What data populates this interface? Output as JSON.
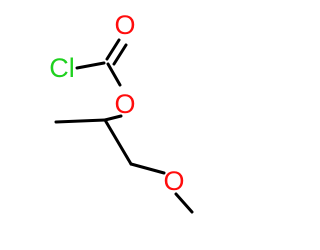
{
  "molecule": {
    "atoms": {
      "chlorine": "Cl",
      "carbonyl_oxygen": "O",
      "ester_oxygen": "O",
      "ether_oxygen": "O"
    },
    "colors": {
      "bond": "#000000",
      "chlorine": "#1fd11f",
      "oxygen": "#ff0d0d"
    }
  }
}
